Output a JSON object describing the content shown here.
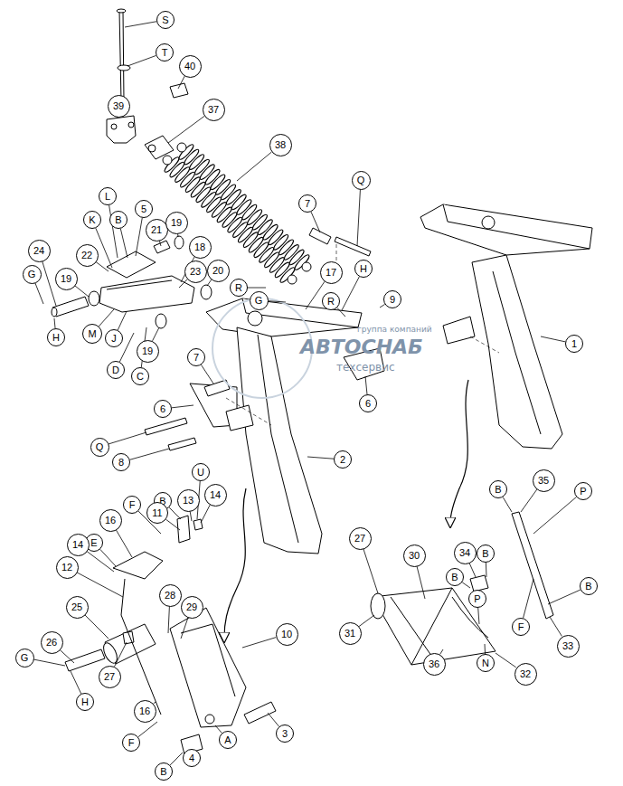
{
  "diagram": {
    "labels": [
      "S",
      "T",
      "40",
      "39",
      "37",
      "38",
      "7",
      "Q",
      "L",
      "B",
      "5",
      "K",
      "21",
      "19",
      "22",
      "18",
      "24",
      "19",
      "23",
      "20",
      "R",
      "G",
      "17",
      "H",
      "R",
      "9",
      "G",
      "H",
      "M",
      "J",
      "D",
      "C",
      "19",
      "7",
      "6",
      "6",
      "1",
      "2",
      "Q",
      "8",
      "B",
      "F",
      "16",
      "11",
      "13",
      "U",
      "14",
      "E",
      "14",
      "12",
      "28",
      "29",
      "25",
      "26",
      "27",
      "G",
      "H",
      "10",
      "16",
      "F",
      "A",
      "B",
      "4",
      "3",
      "27",
      "30",
      "B",
      "34",
      "B",
      "B",
      "35",
      "P",
      "B",
      "33",
      "F",
      "31",
      "36",
      "N",
      "32",
      "P",
      "группа компаний",
      "АВТОСНАБ",
      "техсервис"
    ]
  }
}
